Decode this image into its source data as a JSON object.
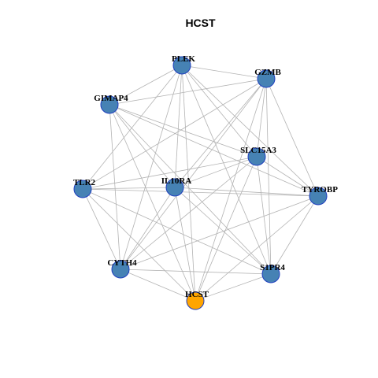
{
  "title": "HCST",
  "colors": {
    "node_fill": "#4682b4",
    "node_stroke": "#1f3fbf",
    "focus_fill": "#ffa500",
    "edge": "#b3b3b3"
  },
  "nodes": [
    {
      "id": "PLEK",
      "label": "PLEK",
      "focus": false
    },
    {
      "id": "GZMB",
      "label": "GZMB",
      "focus": false
    },
    {
      "id": "GIMAP4",
      "label": "GIMAP4",
      "focus": false
    },
    {
      "id": "SLC15A3",
      "label": "SLC15A3",
      "focus": false
    },
    {
      "id": "TLR2",
      "label": "TLR2",
      "focus": false
    },
    {
      "id": "IL10RA",
      "label": "IL10RA",
      "focus": false
    },
    {
      "id": "TYROBP",
      "label": "TYROBP",
      "focus": false
    },
    {
      "id": "CYTH4",
      "label": "CYTH4",
      "focus": false
    },
    {
      "id": "S1PR4",
      "label": "S1PR4",
      "focus": false
    },
    {
      "id": "HCST",
      "label": "HCST",
      "focus": true
    }
  ],
  "edges": [
    [
      "PLEK",
      "GZMB"
    ],
    [
      "PLEK",
      "GIMAP4"
    ],
    [
      "PLEK",
      "SLC15A3"
    ],
    [
      "PLEK",
      "TLR2"
    ],
    [
      "PLEK",
      "IL10RA"
    ],
    [
      "PLEK",
      "TYROBP"
    ],
    [
      "PLEK",
      "CYTH4"
    ],
    [
      "PLEK",
      "S1PR4"
    ],
    [
      "PLEK",
      "HCST"
    ],
    [
      "GZMB",
      "GIMAP4"
    ],
    [
      "GZMB",
      "SLC15A3"
    ],
    [
      "GZMB",
      "TLR2"
    ],
    [
      "GZMB",
      "IL10RA"
    ],
    [
      "GZMB",
      "TYROBP"
    ],
    [
      "GZMB",
      "CYTH4"
    ],
    [
      "GZMB",
      "S1PR4"
    ],
    [
      "GZMB",
      "HCST"
    ],
    [
      "GIMAP4",
      "SLC15A3"
    ],
    [
      "GIMAP4",
      "IL10RA"
    ],
    [
      "GIMAP4",
      "TYROBP"
    ],
    [
      "GIMAP4",
      "CYTH4"
    ],
    [
      "GIMAP4",
      "S1PR4"
    ],
    [
      "GIMAP4",
      "HCST"
    ],
    [
      "SLC15A3",
      "TLR2"
    ],
    [
      "SLC15A3",
      "IL10RA"
    ],
    [
      "SLC15A3",
      "TYROBP"
    ],
    [
      "SLC15A3",
      "CYTH4"
    ],
    [
      "SLC15A3",
      "S1PR4"
    ],
    [
      "SLC15A3",
      "HCST"
    ],
    [
      "TLR2",
      "IL10RA"
    ],
    [
      "TLR2",
      "TYROBP"
    ],
    [
      "TLR2",
      "CYTH4"
    ],
    [
      "TLR2",
      "S1PR4"
    ],
    [
      "TLR2",
      "HCST"
    ],
    [
      "IL10RA",
      "TYROBP"
    ],
    [
      "IL10RA",
      "CYTH4"
    ],
    [
      "IL10RA",
      "S1PR4"
    ],
    [
      "IL10RA",
      "HCST"
    ],
    [
      "TYROBP",
      "CYTH4"
    ],
    [
      "TYROBP",
      "S1PR4"
    ],
    [
      "TYROBP",
      "HCST"
    ],
    [
      "CYTH4",
      "S1PR4"
    ],
    [
      "CYTH4",
      "HCST"
    ],
    [
      "S1PR4",
      "HCST"
    ]
  ]
}
